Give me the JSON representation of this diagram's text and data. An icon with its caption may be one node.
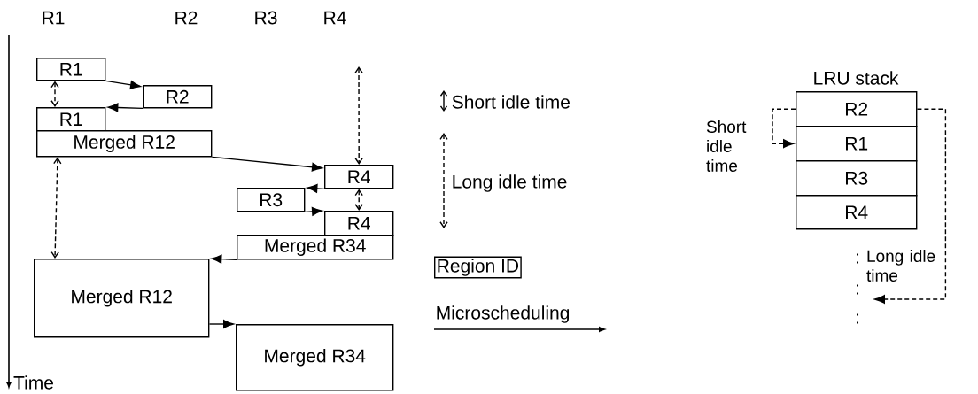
{
  "diagram": {
    "nodes": [
      {
        "text": [
          "R1"
        ]
      },
      {
        "text": [
          "R2"
        ]
      },
      {
        "text": [
          "R1"
        ]
      },
      {
        "text": [
          "Merged R12"
        ]
      },
      {
        "text": [
          "R4"
        ]
      },
      {
        "text": [
          "R3"
        ]
      },
      {
        "text": [
          "R4"
        ]
      },
      {
        "text": [
          "Merged R34"
        ]
      },
      {
        "text": [
          "Merged R12"
        ]
      },
      {
        "text": [
          "Merged R34"
        ]
      },
      {
        "text": [
          "R2"
        ]
      },
      {
        "text": [
          "R1"
        ]
      },
      {
        "text": [
          "R3"
        ]
      },
      {
        "text": [
          "R4"
        ]
      }
    ],
    "edges": [
      {
        "from": 0,
        "to": 1,
        "arrow": "to"
      },
      {
        "from": 1,
        "to": 2,
        "arrow": "to"
      },
      {
        "from": 0,
        "to": 2,
        "arrow": "both",
        "style": "dashed"
      },
      {
        "from": 3,
        "to": 4,
        "arrow": "to"
      },
      {
        "from": 4,
        "to": 5,
        "arrow": "to"
      },
      {
        "from": 5,
        "to": 6,
        "arrow": "to"
      },
      {
        "from": 4,
        "to": 6,
        "arrow": "both",
        "style": "dashed"
      },
      {
        "from": null,
        "to": 4,
        "arrow": "both",
        "style": "dashed"
      },
      {
        "from": 3,
        "to": 8,
        "arrow": "both",
        "style": "dashed"
      },
      {
        "from": 7,
        "to": 8,
        "arrow": "to"
      },
      {
        "from": 8,
        "to": 9,
        "arrow": "to"
      },
      {
        "from": 10,
        "to": 11,
        "arrow": "to",
        "style": "dashed",
        "label": "Short idle time"
      },
      {
        "from": 10,
        "to": null,
        "arrow": "to",
        "style": "dashed",
        "label": "Long idle time"
      }
    ],
    "labels": [
      "R1",
      "R2",
      "R3",
      "R4",
      "LRU stack",
      "Time",
      ":",
      ":",
      ":"
    ],
    "legend": [
      {
        "text": "Short idle time"
      },
      {
        "text": "Long idle time"
      },
      {
        "text": "Region ID"
      },
      {
        "text": "Microscheduling"
      }
    ]
  }
}
